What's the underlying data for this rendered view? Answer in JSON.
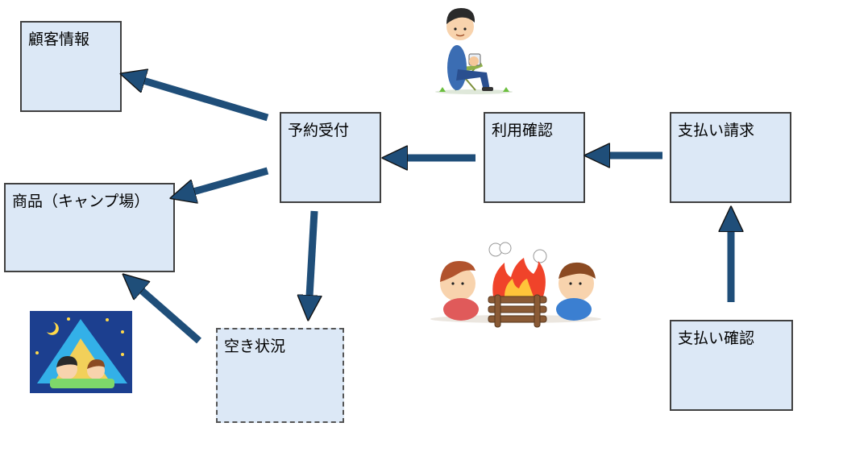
{
  "boxes": {
    "customer_info": "顧客情報",
    "reservation": "予約受付",
    "usage_check": "利用確認",
    "payment_request": "支払い請求",
    "product": "商品（キャンプ場）",
    "availability": "空き状況",
    "payment_confirm": "支払い確認"
  },
  "colors": {
    "box_fill": "#dce8f6",
    "box_border": "#404040",
    "arrow": "#1f4e79"
  },
  "icons": [
    "person-sitting-camp-chair-icon",
    "campfire-children-icon",
    "tent-night-icon"
  ]
}
